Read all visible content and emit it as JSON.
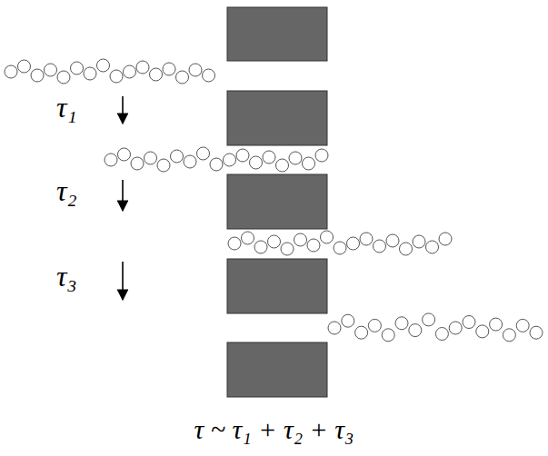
{
  "diagram": {
    "labels": [
      "τ₁",
      "τ₂",
      "τ₃",
      "τ ~ τ₁ + τ₂ + τ₃"
    ]
  }
}
